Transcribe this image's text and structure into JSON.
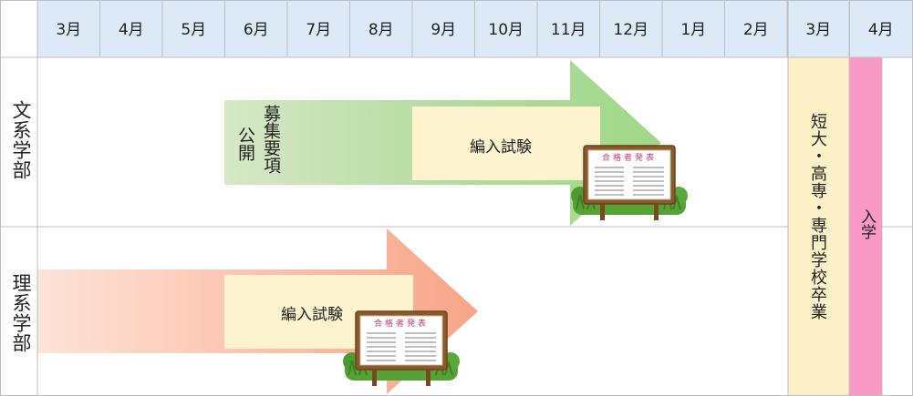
{
  "months": [
    "3月",
    "4月",
    "5月",
    "6月",
    "7月",
    "8月",
    "9月",
    "10月",
    "11月",
    "12月",
    "1月",
    "2月",
    "3月",
    "4月"
  ],
  "rows": {
    "bunkei": "文系学部",
    "riko": "理系学部"
  },
  "bunkei_items": {
    "boshu_line1": "募集要項",
    "boshu_line2": "公開",
    "exam": "編入試験"
  },
  "riko_items": {
    "exam": "編入試験"
  },
  "board": {
    "title": "合格者発表"
  },
  "columns": {
    "graduation": "短大・高専・専門学校卒業",
    "admission": "入学"
  },
  "colors": {
    "header_bg": "#dce9f6",
    "grid": "#bfbfbf",
    "bunkei_arrow": "#a3d98b",
    "riko_arrow": "#f8a78c",
    "exam_box": "#fdf4cf",
    "graduation": "#fdf0c6",
    "admission": "#f899c6"
  }
}
